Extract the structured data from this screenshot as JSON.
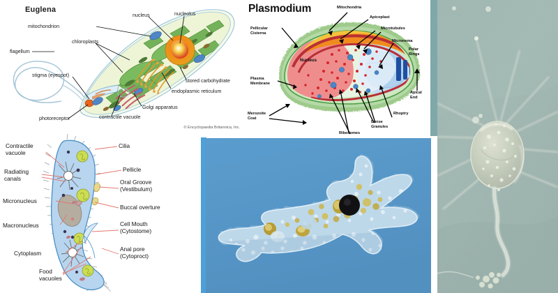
{
  "collage": {
    "title": "Protozoa types collage",
    "panels": [
      "euglena-diagram",
      "plasmodium-diagram",
      "paramecium-diagram",
      "amoeba-photograph",
      "flagellate-photograph"
    ],
    "accent_teal": "#7fa8a8",
    "accent_blue": "#4f9fd8",
    "photo_blue": "#5ca0d3"
  },
  "euglena": {
    "title": "Euglena",
    "copyright": "© Encyclopaedia Britannica, Inc.",
    "labels": [
      {
        "text": "flagellum"
      },
      {
        "text": "stigma (eyespot)"
      },
      {
        "text": "photoreceptor"
      },
      {
        "text": "contractile vacuole"
      },
      {
        "text": "chloroplasts"
      },
      {
        "text": "mitochondrion"
      },
      {
        "text": "nucleus"
      },
      {
        "text": "nucleolus"
      },
      {
        "text": "stored carbohydrate"
      },
      {
        "text": "endoplasmic reticulum"
      },
      {
        "text": "Golgi apparatus"
      }
    ],
    "colors": {
      "cytoplasm": "#eef3d8",
      "chloroplast": "#6fae5a",
      "nucleus": "#f3a11e",
      "nucleolus": "#d8411f",
      "mitochondrion": "#4a7fc1",
      "golgi": "#c9576a",
      "er": "#e8a33d",
      "membrane": "#9ec9dd",
      "eyespot": "#e8641e"
    }
  },
  "plasmodium": {
    "title": "Plasmodium",
    "labels": [
      {
        "text": "Mitochondria"
      },
      {
        "text": "Apicoplast"
      },
      {
        "text": "Microtubules"
      },
      {
        "text": "Micronema"
      },
      {
        "text": "Polar\nRings"
      },
      {
        "text": "Pellicular\nCisterna"
      },
      {
        "text": "Plasma\nMembrane"
      },
      {
        "text": "Merozoite\nCoat"
      },
      {
        "text": "Nucleus"
      },
      {
        "text": "Ribosomes"
      },
      {
        "text": "Dense\nGranules"
      },
      {
        "text": "Rhoptry"
      },
      {
        "text": "Apical\nEnd"
      }
    ],
    "inner_label": "Nucleus",
    "colors": {
      "coat": "#8fc47e",
      "nucleus": "#ef8d8d",
      "apicoplast": "#f5a623",
      "mito": "#f2c14e",
      "pellicle": "#b92f36",
      "rhoptry": "#b9d6ef",
      "granule": "#4a86c8",
      "ribosome": "#d4262a",
      "polar_rings": "#1f4fa0"
    }
  },
  "paramecium": {
    "labels_left": [
      {
        "text": "Contractile\nvacuole"
      },
      {
        "text": "Radiating\ncanals"
      },
      {
        "text": "Micronucleus"
      },
      {
        "text": "Macronucleus"
      },
      {
        "text": "Cytoplasm"
      },
      {
        "text": "Food\nvacuoles"
      }
    ],
    "labels_right": [
      {
        "text": "Cilia"
      },
      {
        "text": "Pellicle"
      },
      {
        "text": "Oral Groove\n(Vestibulum)"
      },
      {
        "text": "Buccal overture"
      },
      {
        "text": "Cell Mouth\n(Cytostome)"
      },
      {
        "text": "Anal pore\n(Cytoproct)"
      }
    ],
    "colors": {
      "body": "#b7d5ef",
      "outline": "#4a8fc4",
      "vacuole": "#c8d94a",
      "macronucleus": "#b5ada0",
      "leader": "#e2796e"
    }
  },
  "amoeba_photo": {
    "alt": "Amoeba proteus photomicrograph on blue background",
    "background": "#5ca0d3",
    "organism_tint": "#cfe3ef",
    "granule_color": "#b5a33c"
  },
  "flagellate_photo": {
    "alt": "Flagellate / heliozoan photomicrograph with axopodia and trailing flagellum",
    "background": "#9bb3ae",
    "cell_tint": "#d5ddcd"
  }
}
